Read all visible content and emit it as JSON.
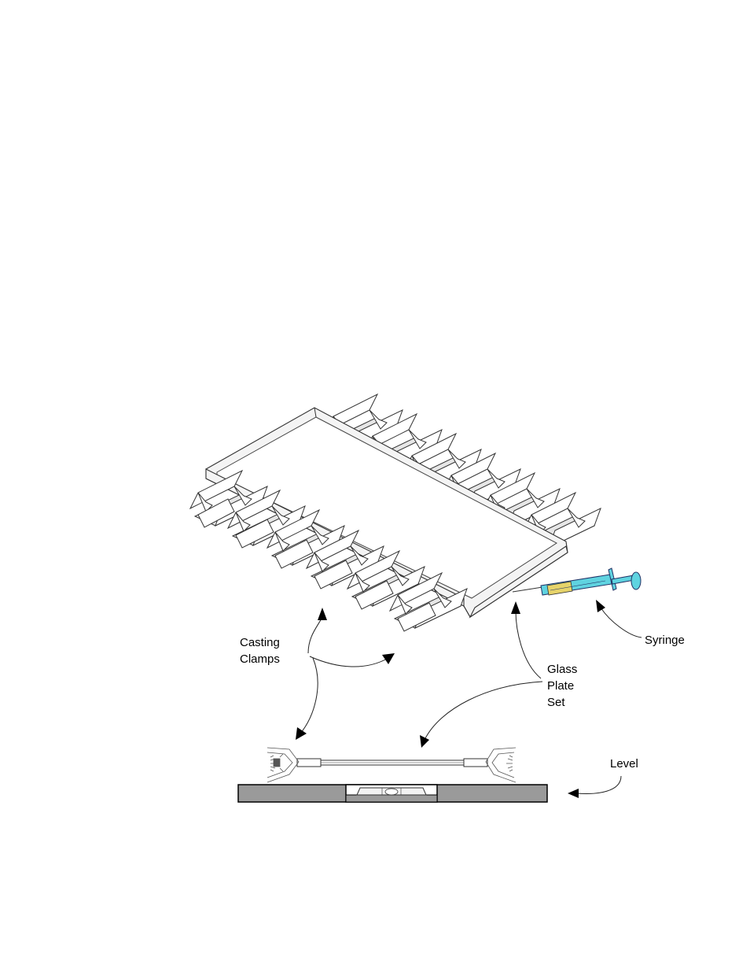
{
  "figure": {
    "labels": {
      "casting_clamps": [
        "Casting",
        "Clamps"
      ],
      "syringe": "Syringe",
      "glass_plate_set": [
        "Glass",
        "Plate",
        "Set"
      ],
      "level": "Level"
    },
    "colors": {
      "line": "#333333",
      "level_body": "#9a9a9a",
      "syringe_body": "#5fd3e0",
      "syringe_fluid": "#e6d36a"
    }
  }
}
